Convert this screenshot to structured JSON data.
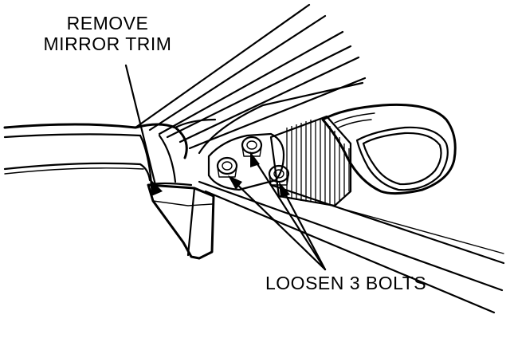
{
  "callouts": {
    "remove_line1": "REMOVE",
    "remove_line2": "MIRROR TRIM",
    "loosen": "LOOSEN 3 BOLTS"
  },
  "colors": {
    "ink": "#000000",
    "paper": "#ffffff"
  }
}
